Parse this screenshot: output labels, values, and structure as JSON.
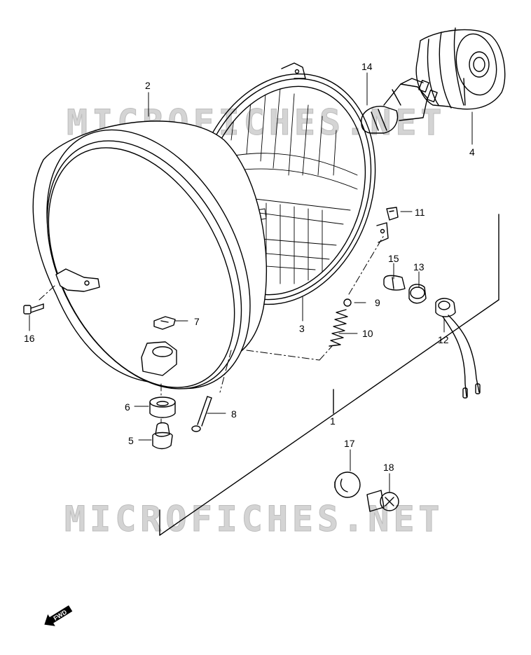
{
  "watermark": {
    "top": "MICROFICHES.NET",
    "bottom": "MICROFICHES.NET",
    "color": "#cfcfcf"
  },
  "parts": {
    "p1": "1",
    "p2": "2",
    "p3": "3",
    "p4": "4",
    "p5": "5",
    "p6": "6",
    "p7": "7",
    "p8": "8",
    "p9": "9",
    "p10": "10",
    "p11": "11",
    "p12": "12",
    "p13": "13",
    "p14": "14",
    "p15": "15",
    "p16": "16",
    "p17": "17",
    "p18": "18"
  },
  "fwd_label": "FWD",
  "colors": {
    "ink": "#000000",
    "paper": "#ffffff"
  }
}
